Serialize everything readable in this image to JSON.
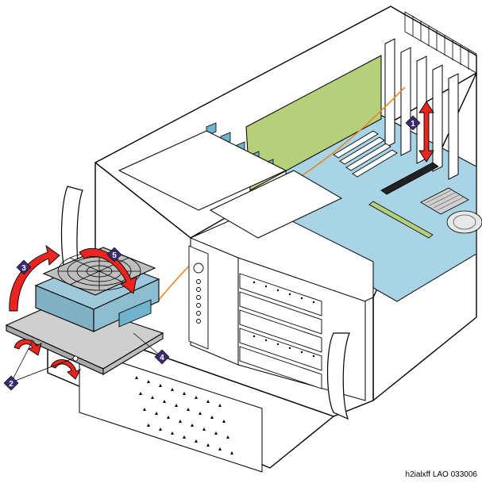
{
  "figure_id": "h2ialxff LAO 033006",
  "callouts": [
    {
      "label": "1"
    },
    {
      "label": "2"
    },
    {
      "label": "3"
    },
    {
      "label": "4"
    },
    {
      "label": "5"
    }
  ],
  "colors": {
    "callout_badge": "#3d2a73",
    "arrow": "#e8251f",
    "motherboard": "#a8d4e6",
    "card": "#b5cf7a",
    "outline": "#000000"
  }
}
